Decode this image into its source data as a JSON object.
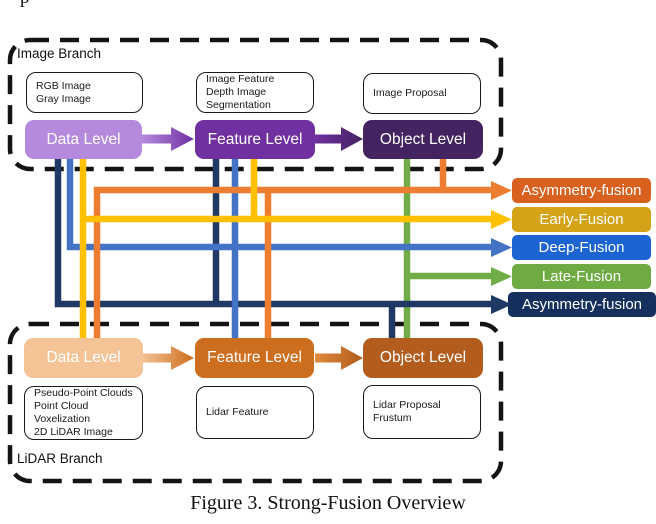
{
  "artifact": {
    "top_left_partial_text": "p"
  },
  "caption": "Figure 3. Strong-Fusion Overview",
  "image_branch": {
    "title": "Image Branch",
    "levels": [
      {
        "label": "Data Level",
        "color": "#b58ade",
        "items": [
          "RGB Image",
          "Gray Image"
        ]
      },
      {
        "label": "Feature Level",
        "color": "#7030a0",
        "items": [
          "Image Feature",
          "Depth Image",
          "Segmentation"
        ]
      },
      {
        "label": "Object Level",
        "color": "#432360",
        "items": [
          "Image Proposal"
        ]
      }
    ]
  },
  "lidar_branch": {
    "title": "LiDAR Branch",
    "levels": [
      {
        "label": "Data Level",
        "color": "#f4c396",
        "items": [
          "Pseudo-Point Clouds",
          "Point Cloud",
          "Voxelization",
          "2D LiDAR Image"
        ]
      },
      {
        "label": "Feature Level",
        "color": "#cd6e1f",
        "items": [
          "Lidar Feature"
        ]
      },
      {
        "label": "Object Level",
        "color": "#b25c1d",
        "items": [
          "Lidar Proposal",
          "Frustum"
        ]
      }
    ]
  },
  "fusion_types": [
    {
      "label": "Asymmetry-fusion",
      "box_color": "#d96120",
      "line_color": "#ed7d31"
    },
    {
      "label": "Early-Fusion",
      "box_color": "#d4a318",
      "line_color": "#ffc000"
    },
    {
      "label": "Deep-Fusion",
      "box_color": "#1b64d2",
      "line_color": "#4472c4"
    },
    {
      "label": "Late-Fusion",
      "box_color": "#6fab43",
      "line_color": "#70ad47"
    },
    {
      "label": "Asymmetry-fusion",
      "box_color": "#16305e",
      "line_color": "#1f3864"
    }
  ],
  "connections": [
    {
      "fusion": "Asymmetry-fusion (orange)",
      "from": [
        "Image Object Level"
      ],
      "to": [
        "LiDAR Data Level",
        "LiDAR Feature Level"
      ]
    },
    {
      "fusion": "Early-Fusion (yellow)",
      "from": [
        "Image Data Level",
        "Image Feature Level"
      ],
      "to": [
        "LiDAR Data Level"
      ]
    },
    {
      "fusion": "Deep-Fusion (blue)",
      "from": [
        "Image Data Level",
        "Image Feature Level"
      ],
      "to": [
        "LiDAR Feature Level"
      ]
    },
    {
      "fusion": "Late-Fusion (green)",
      "from": [
        "Image Object Level"
      ],
      "to": [
        "LiDAR Object Level"
      ]
    },
    {
      "fusion": "Asymmetry-fusion (navy)",
      "from": [
        "Image Data Level",
        "Image Feature Level"
      ],
      "to": [
        "LiDAR Object Level"
      ]
    }
  ]
}
